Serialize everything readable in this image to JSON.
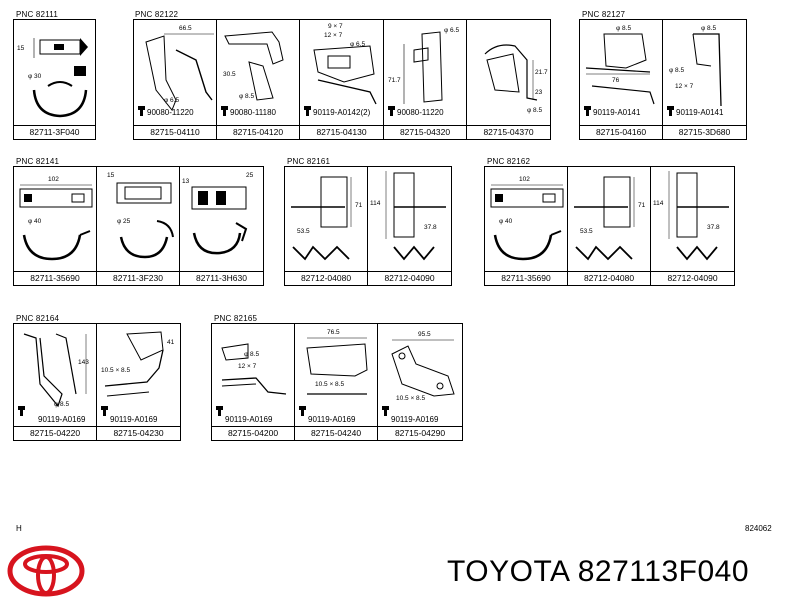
{
  "groups": [
    {
      "pnc": "PNC 82111",
      "cells": [
        {
          "pn": "82711-3F040"
        }
      ]
    },
    {
      "pnc": "PNC 82122",
      "cells": [
        {
          "pn": "82715-04110",
          "bolt": "90080-11220"
        },
        {
          "pn": "82715-04120",
          "bolt": "90080-11180"
        },
        {
          "pn": "82715-04130",
          "bolt": "90119-A0142(2)"
        },
        {
          "pn": "82715-04320",
          "bolt": "90080-11220"
        },
        {
          "pn": "82715-04370"
        }
      ]
    },
    {
      "pnc": "PNC 82127",
      "cells": [
        {
          "pn": "82715-04160",
          "bolt": "90119-A0141"
        },
        {
          "pn": "82715-3D680",
          "bolt": "90119-A0141"
        }
      ]
    },
    {
      "pnc": "PNC 82141",
      "cells": [
        {
          "pn": "82711-35690"
        },
        {
          "pn": "82711-3F230"
        },
        {
          "pn": "82711-3H630"
        }
      ]
    },
    {
      "pnc": "PNC 82161",
      "cells": [
        {
          "pn": "82712-04080"
        },
        {
          "pn": "82712-04090"
        }
      ]
    },
    {
      "pnc": "PNC 82162",
      "cells": [
        {
          "pn": "82711-35690"
        },
        {
          "pn": "82712-04080"
        },
        {
          "pn": "82712-04090"
        }
      ]
    },
    {
      "pnc": "PNC 82164",
      "cells": [
        {
          "pn": "82715-04220",
          "bolt": "90119-A0169"
        },
        {
          "pn": "82715-04230",
          "bolt": "90119-A0169"
        }
      ]
    },
    {
      "pnc": "PNC 82165",
      "cells": [
        {
          "pn": "82715-04200",
          "bolt": "90119-A0169"
        },
        {
          "pn": "82715-04240",
          "bolt": "90119-A0169"
        },
        {
          "pn": "82715-04290",
          "bolt": "90119-A0169"
        }
      ]
    }
  ],
  "dims": {
    "d15": "15",
    "d30": "φ 30",
    "d66": "66.5",
    "d65": "φ 6.5",
    "d305": "30.5",
    "d85": "φ 8.5",
    "d9x7": "9 × 7",
    "d12x7": "12 × 7",
    "d717": "71.7",
    "d217": "21.7",
    "d23": "23",
    "d76": "76",
    "d102": "102",
    "d40": "φ 40",
    "d25": "φ 25",
    "d13": "13",
    "d25b": "25",
    "d71": "71",
    "d114": "114",
    "d535": "53.5",
    "d378": "37.8",
    "d143": "143",
    "d41": "41",
    "d105x85": "10.5 × 8.5",
    "d765": "76.5",
    "d955": "95.5"
  },
  "footer": {
    "left_mark": "H",
    "code": "824062",
    "caption": "TOYOTA 827113F040"
  },
  "colors": {
    "logo": "#d7141e",
    "ink": "#000000"
  }
}
